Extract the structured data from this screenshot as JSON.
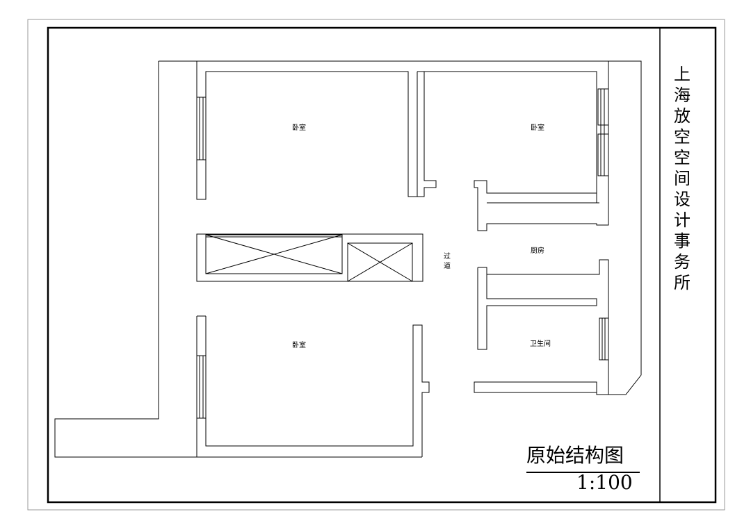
{
  "drawing": {
    "company": "上海放空空间设计事务所",
    "title": "原始结构图",
    "scale": "1:100",
    "rooms": {
      "bedroom_top_left": "卧室",
      "bedroom_top_right": "卧室",
      "bedroom_bottom": "卧室",
      "corridor_1": "过",
      "corridor_2": "道",
      "kitchen": "厨房",
      "bathroom": "卫生间"
    }
  }
}
